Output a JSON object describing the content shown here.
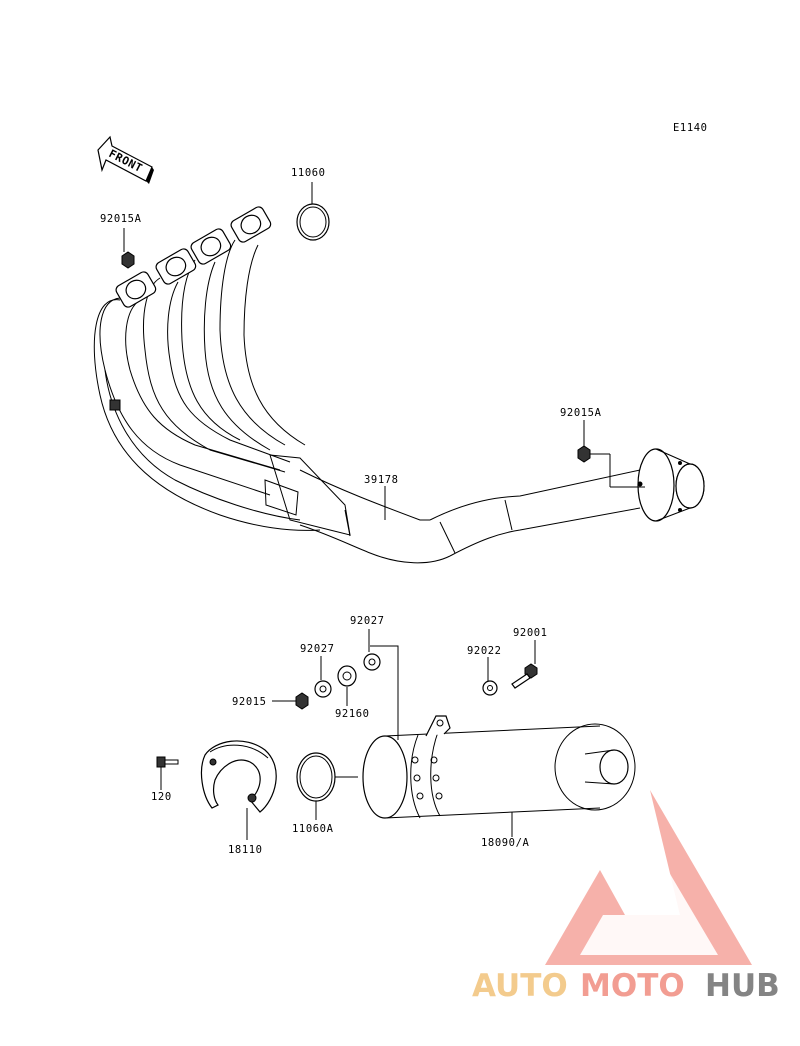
{
  "diagram_code": "E1140",
  "front_label": "FRONT",
  "parts": {
    "p11060": "11060",
    "p92015A_top": "92015A",
    "p92015A_right": "92015A",
    "p39178": "39178",
    "p92027_a": "92027",
    "p92027_b": "92027",
    "p92001": "92001",
    "p92022": "92022",
    "p92015": "92015",
    "p92160": "92160",
    "p120": "120",
    "p18110": "18110",
    "p11060A": "11060A",
    "p18090A": "18090/A"
  },
  "watermark": {
    "part1": "AUTO",
    "part2": "MOTO",
    "part3": "HUB",
    "colors": {
      "auto": "#f1c27a",
      "moto": "#f08c80",
      "hub": "#6f6f6f",
      "triangle": "#f2867a"
    }
  }
}
